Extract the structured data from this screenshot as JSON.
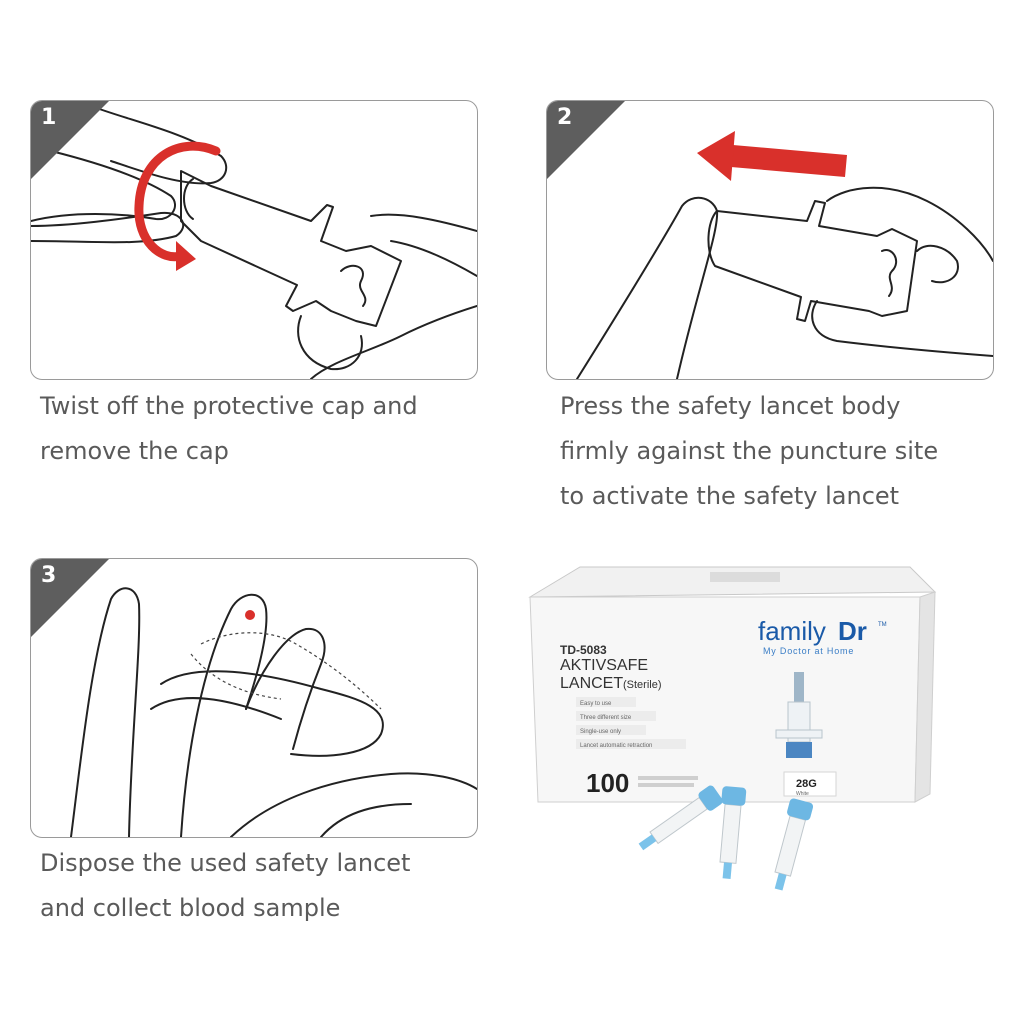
{
  "steps": [
    {
      "number": "1",
      "lines": [
        "Twist off the protective cap and",
        "remove the cap"
      ]
    },
    {
      "number": "2",
      "lines": [
        "Press the safety lancet body",
        "firmly against the puncture site",
        "to activate the safety lancet"
      ]
    },
    {
      "number": "3",
      "lines": [
        "Dispose the used safety lancet",
        "and collect blood sample"
      ]
    }
  ],
  "product": {
    "brand_family": "family",
    "brand_dr": "Dr",
    "brand_tm": "TM",
    "tagline": "My Doctor at Home",
    "model": "TD-5083",
    "name_line1": "AKTIVSAFE",
    "name_line2": "LANCET",
    "sterile": "(Sterile)",
    "features": [
      "Easy to use",
      "Three different size",
      "Single-use only",
      "Lancet automatic retraction"
    ],
    "count": "100",
    "gauge": "28G",
    "gauge_color": "White"
  },
  "colors": {
    "badge": "#5e5e5e",
    "caption": "#5a5a5a",
    "arrow_red": "#d9302b",
    "brand_blue": "#1a5aa8",
    "lancet_blue": "#6db7e3"
  }
}
